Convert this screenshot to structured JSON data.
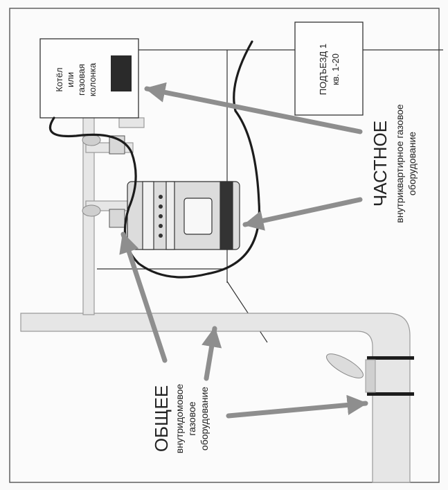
{
  "boiler": {
    "lines": [
      "Котёл",
      "или",
      "газовая",
      "колонка"
    ]
  },
  "entrance": {
    "title": "ПОДЪЕЗД 1",
    "apartments": "кв. 1-20"
  },
  "private_section": {
    "title": "ЧАСТНОЕ",
    "lines": [
      "внутриквартирное газовое",
      "оборудование"
    ]
  },
  "common_section": {
    "title": "ОБЩЕЕ",
    "lines": [
      "внутридомовое",
      "газовое",
      "оборудование"
    ]
  },
  "colors": {
    "paper": "#fafafa",
    "frame": "#444444",
    "pipe_fill": "#e6e6e6",
    "pipe_stroke": "#9a9a9a",
    "arrow": "#8e8e8e",
    "cable": "#1c1c1c",
    "stove_body": "#d9d9d9"
  }
}
